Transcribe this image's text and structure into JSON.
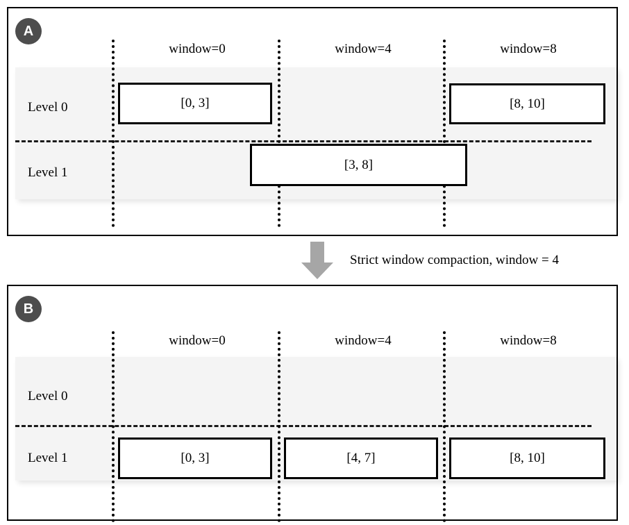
{
  "figure": {
    "type": "diagram",
    "subject": "LSM-tree strict window compaction",
    "panels": [
      {
        "id": "A",
        "badge_label": "A",
        "state": "before",
        "windows": [
          {
            "label": "window=0",
            "start": 0
          },
          {
            "label": "window=4",
            "start": 4
          },
          {
            "label": "window=8",
            "start": 8
          }
        ],
        "levels": [
          {
            "label": "Level 0"
          },
          {
            "label": "Level 1"
          }
        ],
        "boxes": [
          {
            "text": "[0, 3]",
            "level": 0,
            "start": 0,
            "end": 3
          },
          {
            "text": "[8, 10]",
            "level": 0,
            "start": 8,
            "end": 10
          },
          {
            "text": "[3, 8]",
            "level": 1,
            "start": 3,
            "end": 8
          }
        ]
      },
      {
        "id": "B",
        "badge_label": "B",
        "state": "after",
        "windows": [
          {
            "label": "window=0",
            "start": 0
          },
          {
            "label": "window=4",
            "start": 4
          },
          {
            "label": "window=8",
            "start": 8
          }
        ],
        "levels": [
          {
            "label": "Level 0"
          },
          {
            "label": "Level 1"
          }
        ],
        "boxes": [
          {
            "text": "[0, 3]",
            "level": 1,
            "start": 0,
            "end": 3
          },
          {
            "text": "[4, 7]",
            "level": 1,
            "start": 4,
            "end": 7
          },
          {
            "text": "[8, 10]",
            "level": 1,
            "start": 8,
            "end": 10
          }
        ]
      }
    ],
    "transition": {
      "label": "Strict window compaction, window = 4",
      "arrow_icon": "down-arrow-icon",
      "arrow_color": "#a6a6a6"
    },
    "colors": {
      "badge_fill": "#4d4d4d",
      "badge_text": "#ffffff",
      "band_fill": "#f4f4f4",
      "stroke": "#000000",
      "arrow": "#a6a6a6"
    }
  }
}
